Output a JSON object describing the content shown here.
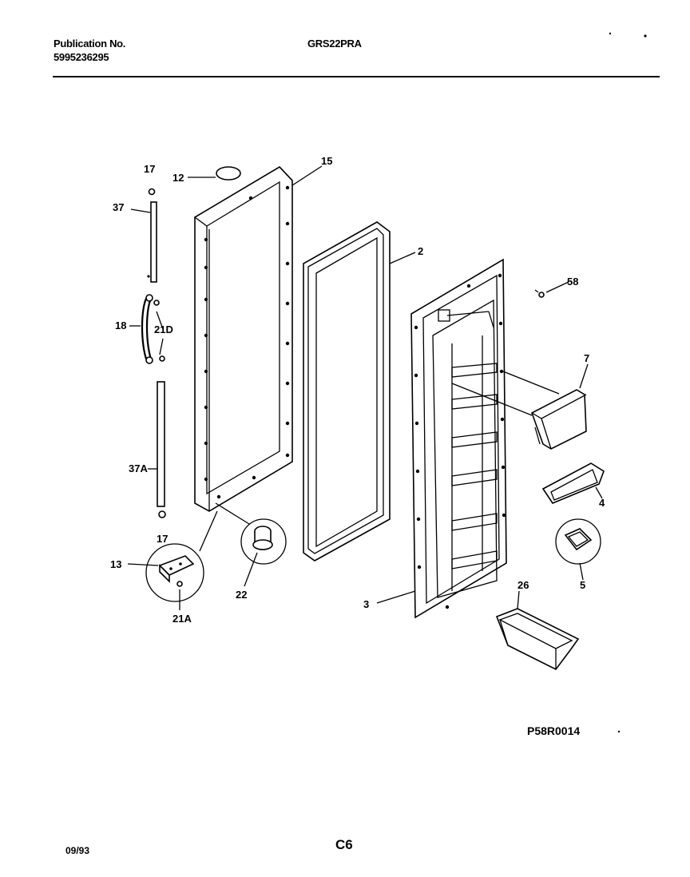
{
  "header": {
    "publication_label": "Publication No.",
    "publication_number": "5995236295",
    "model": "GRS22PRA"
  },
  "diagram": {
    "drawing_id": "P58R0014",
    "callouts": [
      "17",
      "12",
      "15",
      "37",
      "2",
      "58",
      "18",
      "21D",
      "7",
      "37A",
      "4",
      "17",
      "13",
      "22",
      "5",
      "21A",
      "26",
      "3"
    ]
  },
  "footer": {
    "date": "09/93",
    "page": "C6"
  }
}
